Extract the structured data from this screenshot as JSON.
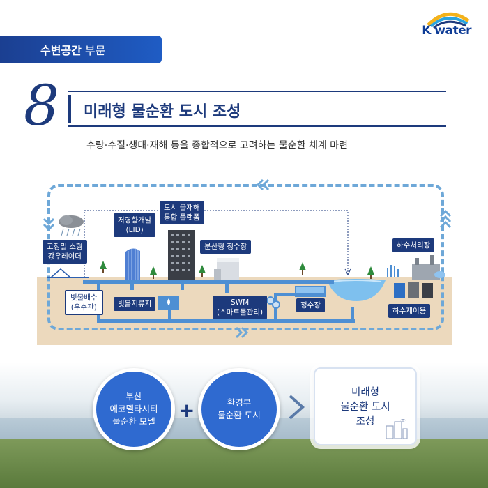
{
  "header": {
    "section_bold": "수변공간",
    "section_light": "부문",
    "logo_text": "K water"
  },
  "title": {
    "number": "8",
    "text": "미래형 물순환 도시 조성",
    "subtitle": "수량·수질·생태·재해 등을 종합적으로 고려하는 물순환 체계 마련"
  },
  "diagram": {
    "labels": {
      "radar": "고정밀 소형\n강우레이더",
      "lid": "저영향개발\n(LID)",
      "platform": "도시 물재해\n통합 플랫폼",
      "purify_dist": "분산형 정수장",
      "sewage_plant": "하수처리장",
      "drain": "빗물배수\n(우수관)",
      "storage": "빗물저류지",
      "swm": "SWM\n(스마트물관리)",
      "water_plant": "정수장",
      "reuse": "하수재이용"
    },
    "colors": {
      "navy": "#1d3a7c",
      "pipe": "#4e8fd3",
      "ground": "#ecd9bd",
      "dash": "#6ea8d8"
    }
  },
  "bottom": {
    "circle1": "부산\n에코델타시티\n물순환 모델",
    "plus": "+",
    "circle2": "환경부\n물순환 도시",
    "result": "미래형\n물순환 도시\n조성"
  }
}
